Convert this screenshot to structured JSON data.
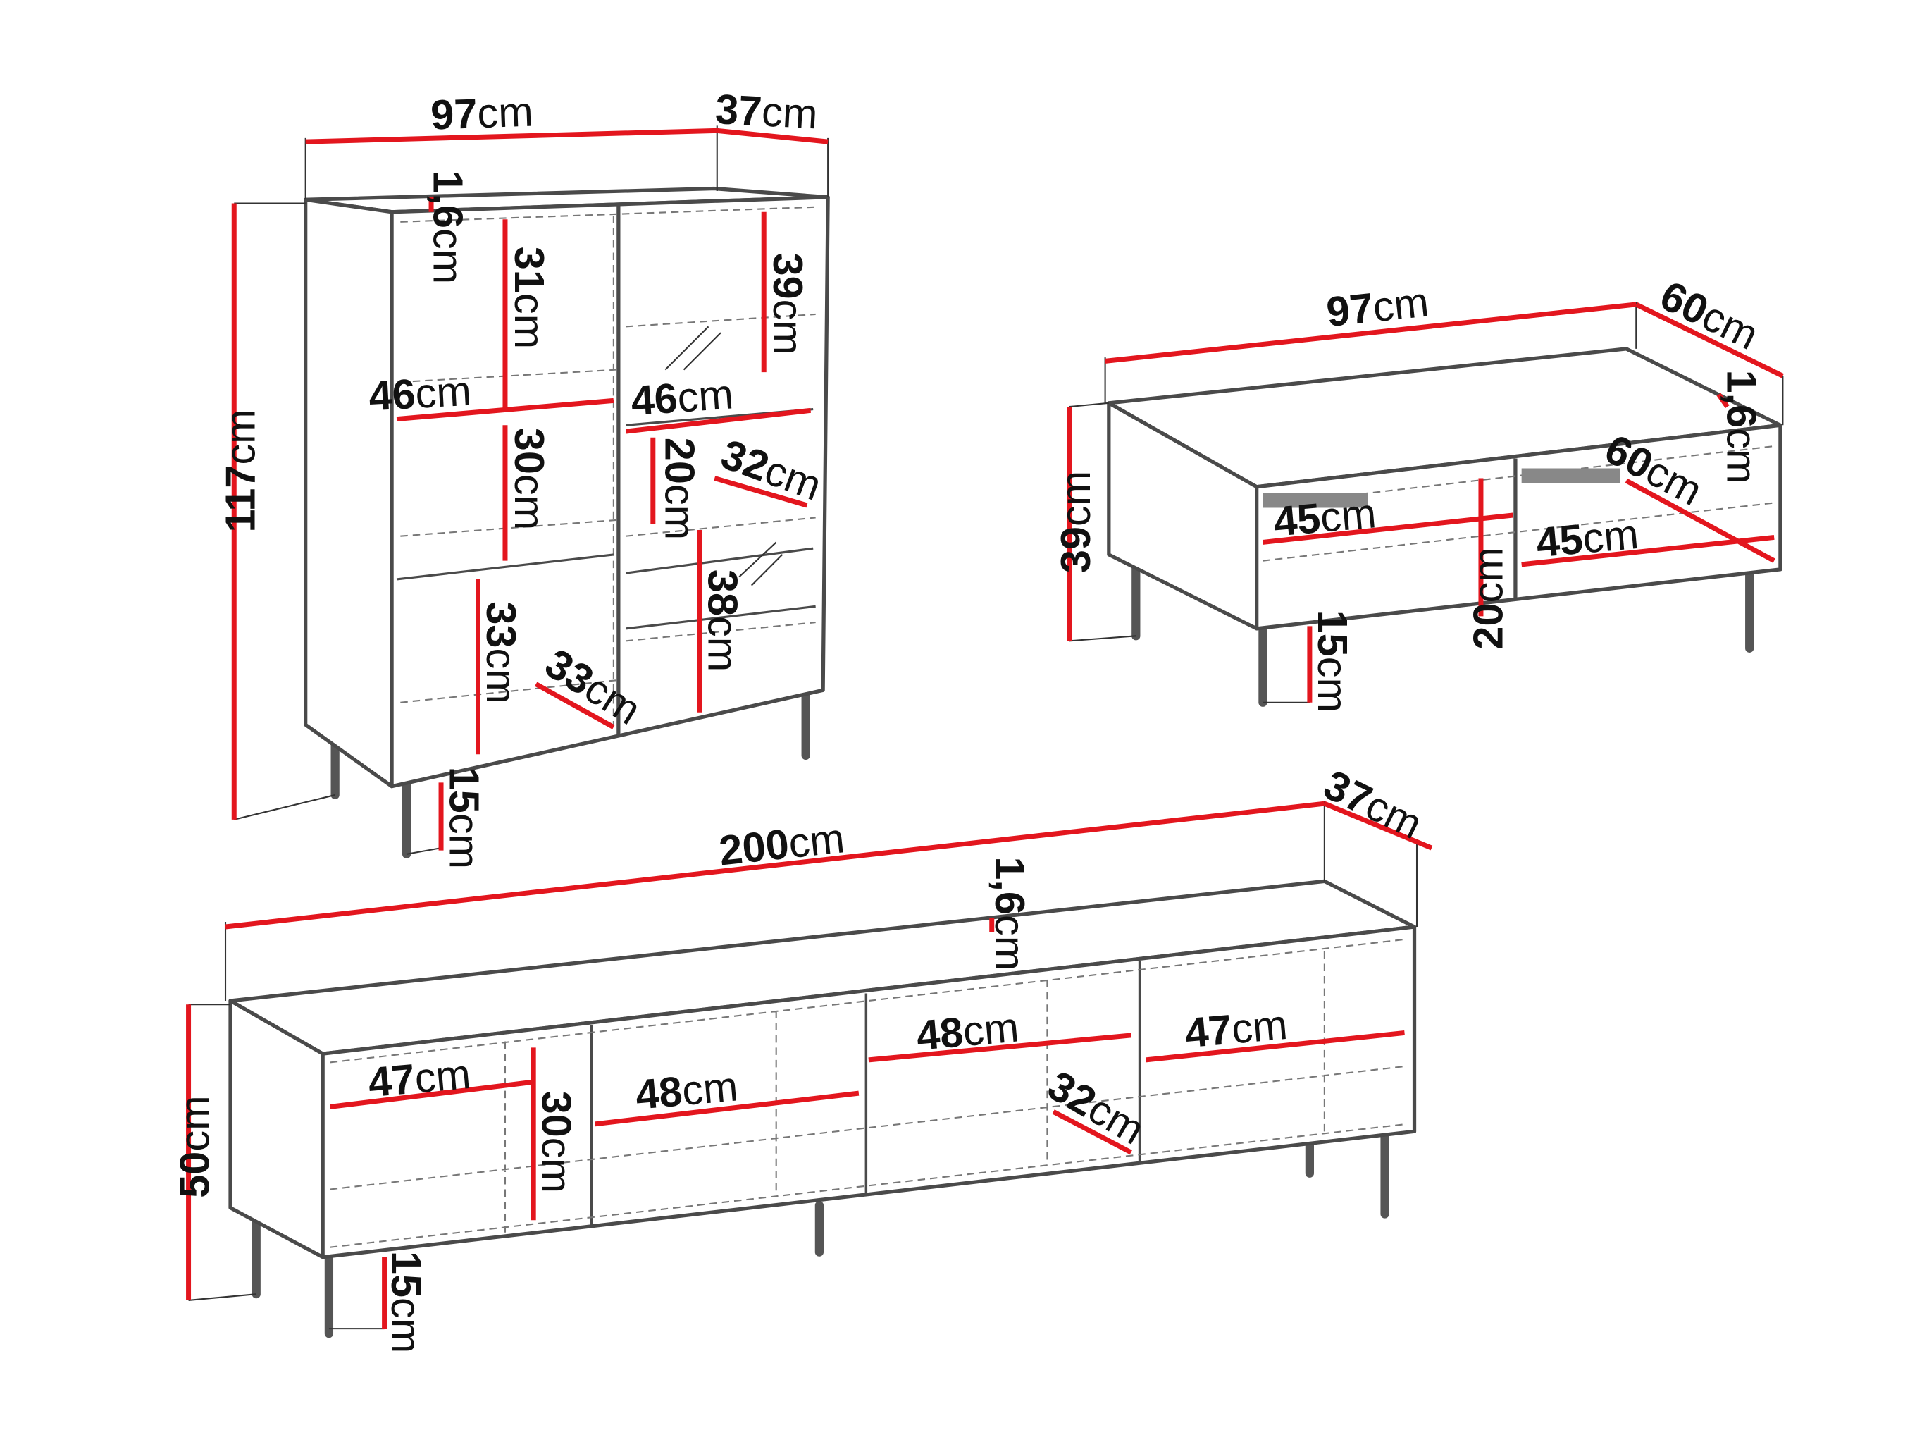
{
  "diagram": {
    "accent_color": "#e3161e",
    "cabinet": {
      "labels": [
        {
          "num": "97",
          "unit": "cm"
        },
        {
          "num": "37",
          "unit": "cm"
        },
        {
          "num": "117",
          "unit": "cm"
        },
        {
          "num": "1,6",
          "unit": "cm"
        },
        {
          "num": "31",
          "unit": "cm"
        },
        {
          "num": "46",
          "unit": "cm"
        },
        {
          "num": "30",
          "unit": "cm"
        },
        {
          "num": "46",
          "unit": "cm"
        },
        {
          "num": "20",
          "unit": "cm"
        },
        {
          "num": "32",
          "unit": "cm"
        },
        {
          "num": "33",
          "unit": "cm"
        },
        {
          "num": "33",
          "unit": "cm"
        },
        {
          "num": "39",
          "unit": "cm"
        },
        {
          "num": "38",
          "unit": "cm"
        },
        {
          "num": "15",
          "unit": "cm"
        }
      ]
    },
    "coffee_table": {
      "labels": [
        {
          "num": "97",
          "unit": "cm"
        },
        {
          "num": "60",
          "unit": "cm"
        },
        {
          "num": "1,6",
          "unit": "cm"
        },
        {
          "num": "39",
          "unit": "cm"
        },
        {
          "num": "45",
          "unit": "cm"
        },
        {
          "num": "45",
          "unit": "cm"
        },
        {
          "num": "60",
          "unit": "cm"
        },
        {
          "num": "20",
          "unit": "cm"
        },
        {
          "num": "15",
          "unit": "cm"
        }
      ]
    },
    "tv_stand": {
      "labels": [
        {
          "num": "200",
          "unit": "cm"
        },
        {
          "num": "37",
          "unit": "cm"
        },
        {
          "num": "50",
          "unit": "cm"
        },
        {
          "num": "1,6",
          "unit": "cm"
        },
        {
          "num": "47",
          "unit": "cm"
        },
        {
          "num": "30",
          "unit": "cm"
        },
        {
          "num": "48",
          "unit": "cm"
        },
        {
          "num": "48",
          "unit": "cm"
        },
        {
          "num": "47",
          "unit": "cm"
        },
        {
          "num": "32",
          "unit": "cm"
        },
        {
          "num": "15",
          "unit": "cm"
        }
      ]
    }
  }
}
